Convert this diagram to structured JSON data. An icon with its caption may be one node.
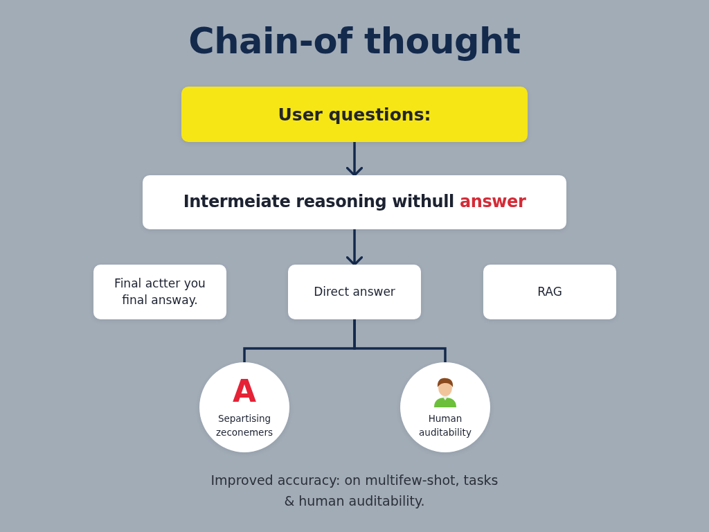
{
  "diagram": {
    "title": "Chain-of thought",
    "nodes": [
      {
        "text": [
          "User questions:"
        ]
      },
      {
        "text": [
          "Intermeiate reasoning withull **answer**"
        ]
      },
      {
        "text": [
          "Final actter you final answay."
        ]
      },
      {
        "text": [
          "Direct answer"
        ]
      },
      {
        "text": [
          "RAG"
        ]
      },
      {
        "text": [
          "A",
          "Separtising zeconemers"
        ]
      },
      {
        "text": [
          "Human auditability"
        ]
      }
    ],
    "edges": [
      {
        "from": 0,
        "to": 1,
        "arrow": "to"
      },
      {
        "from": 1,
        "to": 3,
        "arrow": "to"
      },
      {
        "from": 3,
        "to": 5,
        "arrow": "none"
      },
      {
        "from": 3,
        "to": 6,
        "arrow": "none"
      }
    ],
    "labels": [
      "Improved accuracy: on multifew-shot, tasks & human auditability."
    ]
  }
}
